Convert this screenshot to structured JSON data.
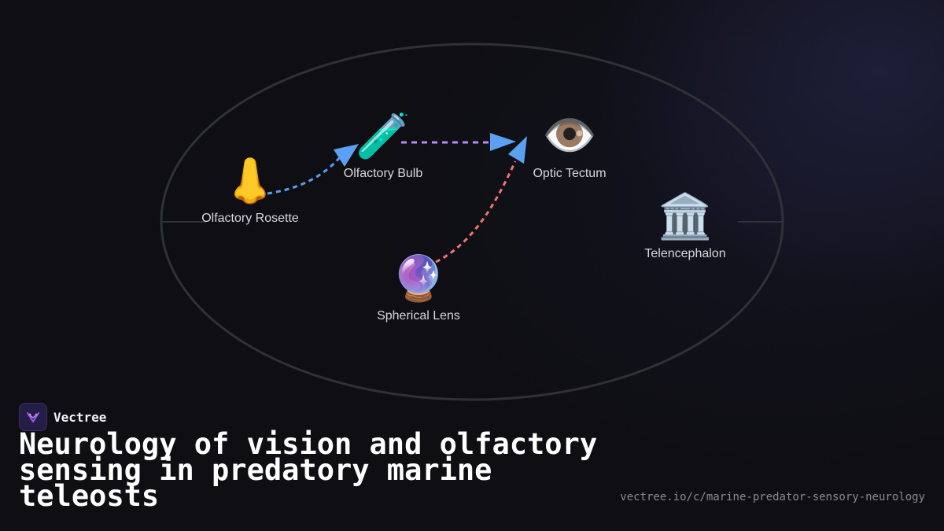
{
  "diagram": {
    "nodes": [
      {
        "id": "rosette",
        "label": "Olfactory Rosette",
        "icon": "nose-icon",
        "glyph": "👃"
      },
      {
        "id": "bulb",
        "label": "Olfactory Bulb",
        "icon": "test-tube-icon",
        "glyph": "🧪"
      },
      {
        "id": "tectum",
        "label": "Optic Tectum",
        "icon": "eye-icon",
        "glyph": "👁️"
      },
      {
        "id": "telencephalon",
        "label": "Telencephalon",
        "icon": "classical-building-icon",
        "glyph": "🏛️"
      },
      {
        "id": "lens",
        "label": "Spherical Lens",
        "icon": "crystal-ball-icon",
        "glyph": "🔮"
      }
    ],
    "edges": [
      {
        "from": "rosette",
        "to": "bulb",
        "color": "#5b9cf0"
      },
      {
        "from": "bulb",
        "to": "tectum",
        "color": "#b48cf2"
      },
      {
        "from": "lens",
        "to": "tectum",
        "color": "#f2736b"
      }
    ],
    "arrowhead_color": "#5ba0f2",
    "ellipse_color": "#2e3237"
  },
  "brand": {
    "name": "Vectree"
  },
  "title": "Neurology of vision and olfactory sensing in predatory marine teleosts",
  "url": "vectree.io/c/marine-predator-sensory-neurology"
}
